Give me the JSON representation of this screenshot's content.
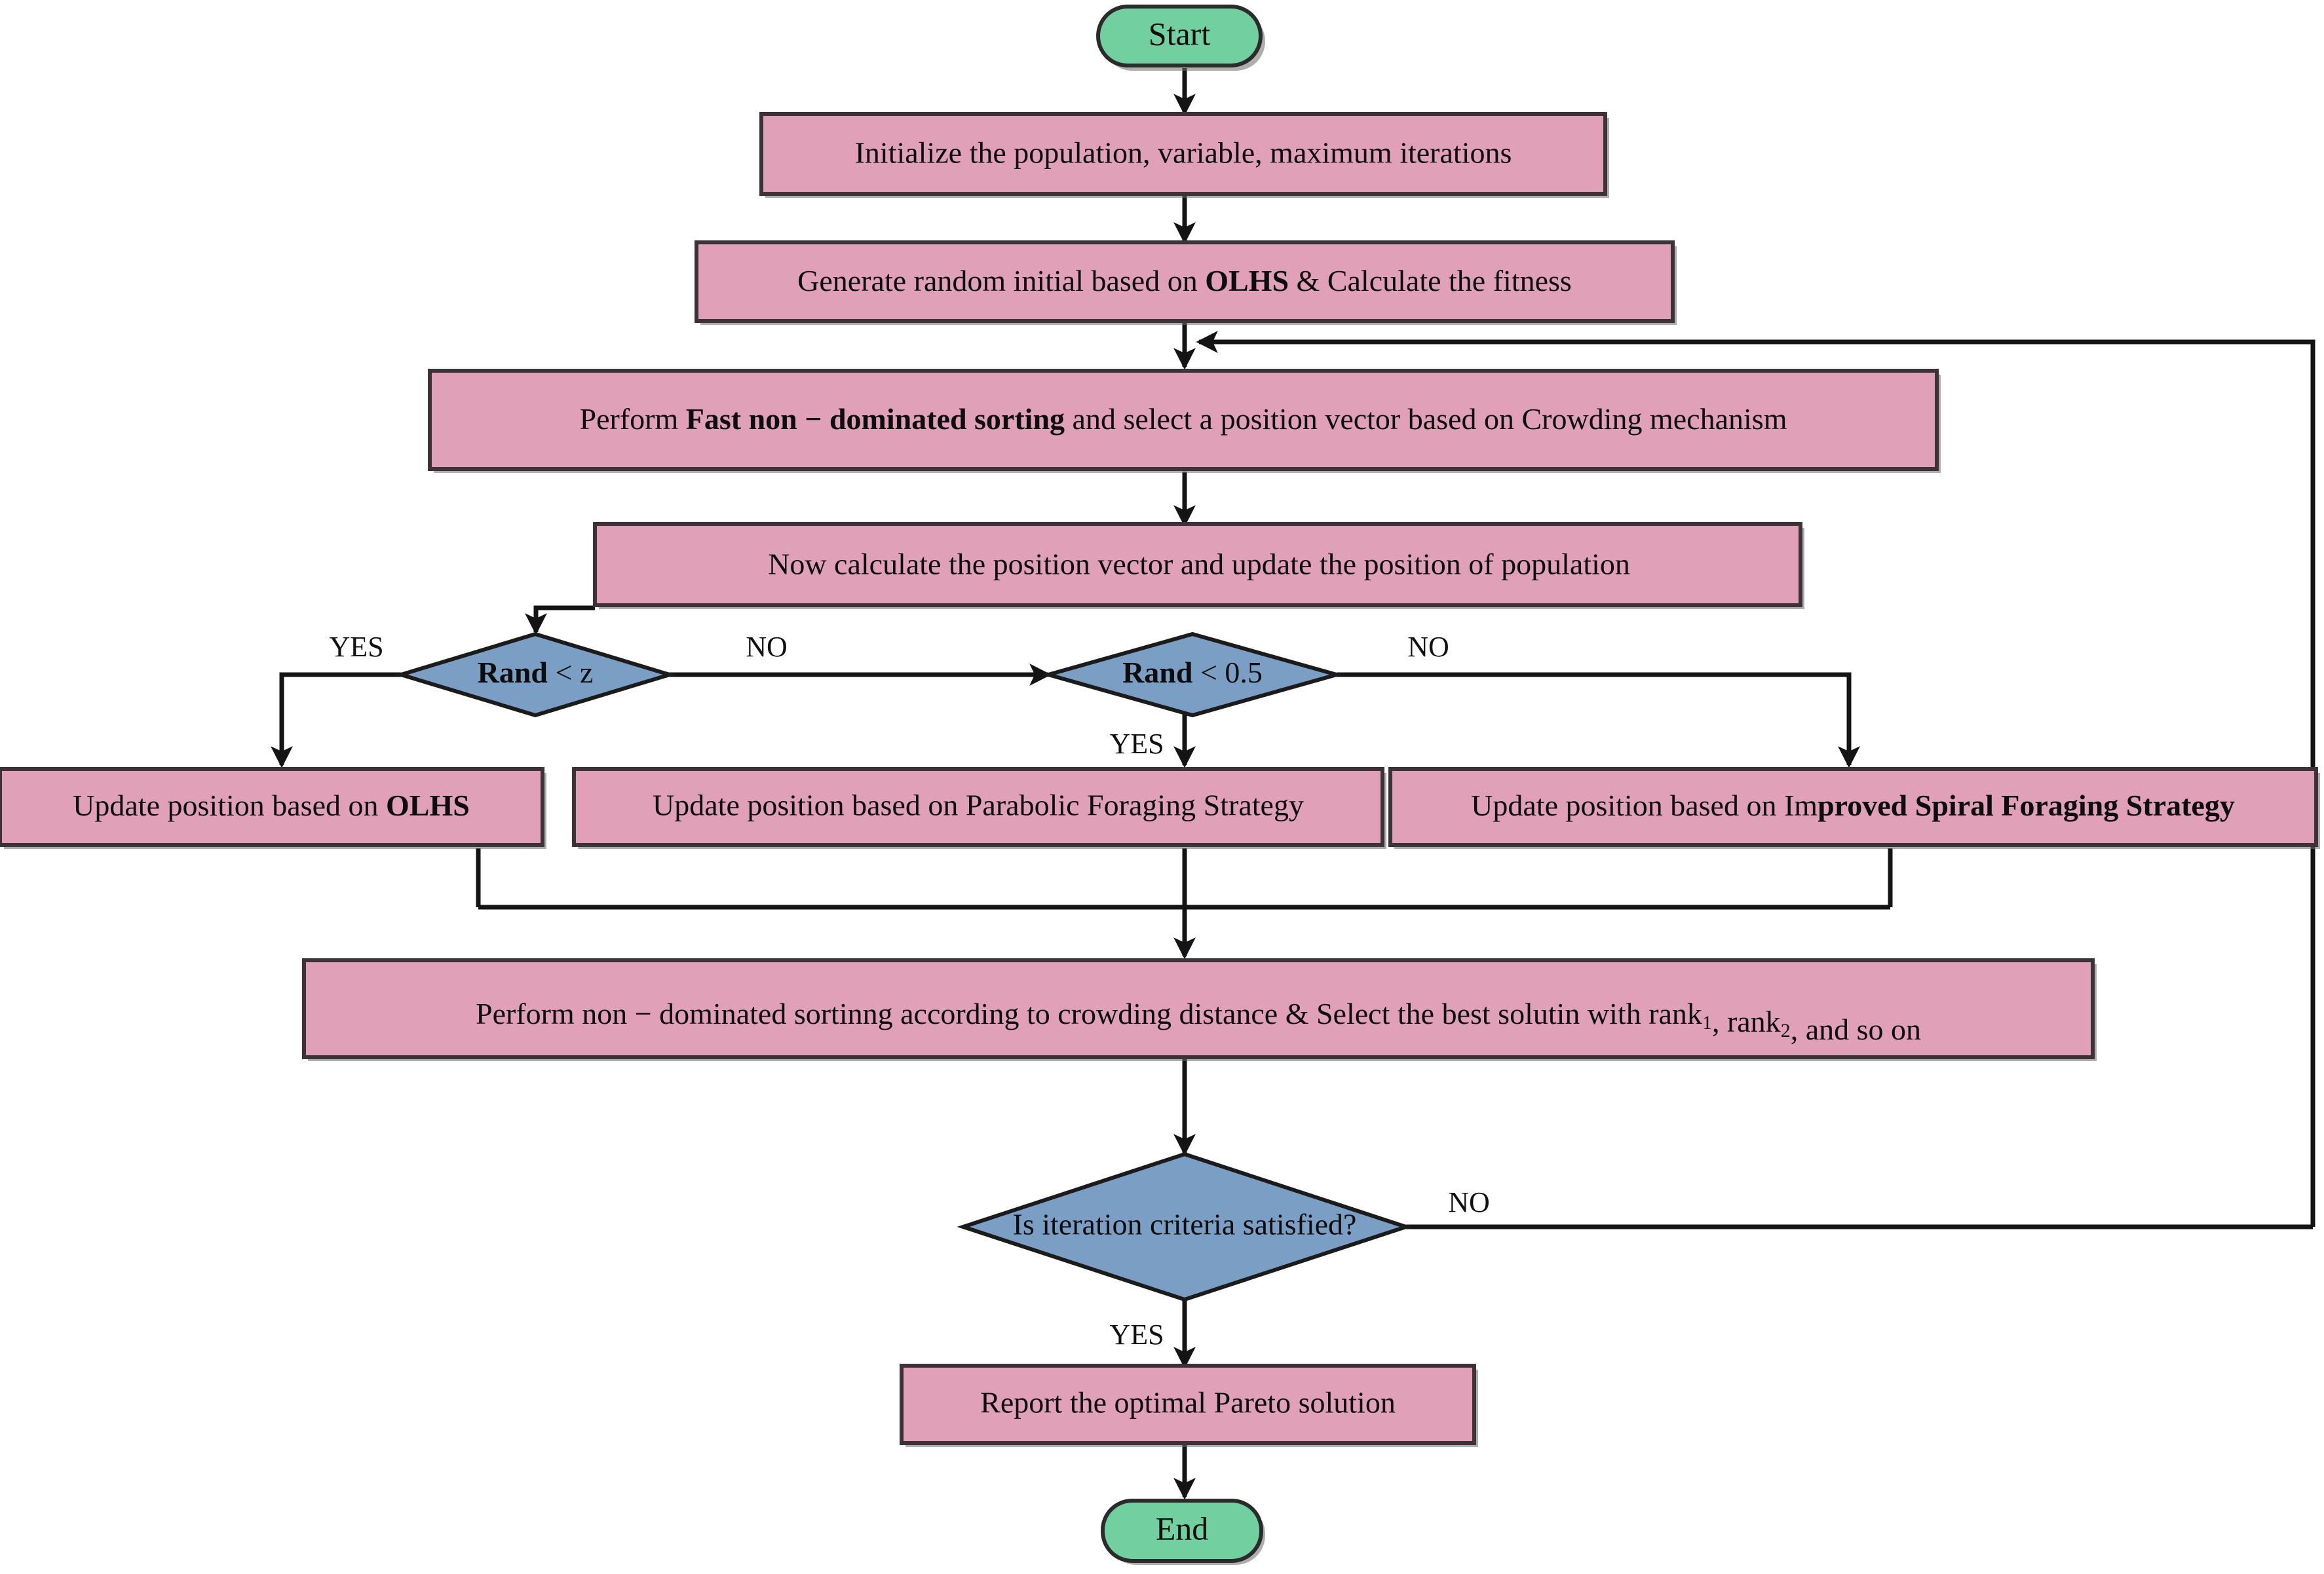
{
  "diagram": {
    "title": "Multi-objective optimization algorithm flowchart",
    "type": "flowchart",
    "colors": {
      "process_fill": "#e0a0b8",
      "process_stroke": "#3c3237",
      "terminator_fill": "#72cf9f",
      "terminator_stroke": "#2b2b2b",
      "decision_fill": "#7b9fc4",
      "decision_stroke": "#1b1b1b",
      "edge": "#141414",
      "text": "#0d0d0d",
      "background": "#ffffff"
    }
  },
  "nodes": {
    "start": {
      "label": "Start",
      "shape": "terminator"
    },
    "initialize": {
      "label": "Initialize the population, variable, maximum iterations",
      "shape": "process"
    },
    "generate": {
      "shape": "process",
      "runs": [
        {
          "text": "Generate random initial based on ",
          "bold": false
        },
        {
          "text": "OLHS",
          "bold": true
        },
        {
          "text": " & Calculate the fitness",
          "bold": false
        }
      ],
      "plain": "Generate random initial based on OLHS & Calculate the fitness"
    },
    "fast_sort": {
      "shape": "process",
      "runs": [
        {
          "text": "Perform ",
          "bold": false
        },
        {
          "text": "Fast non − dominated sorting",
          "bold": true
        },
        {
          "text": " and select a position vector based on Crowding mechanism",
          "bold": false
        }
      ],
      "plain": "Perform Fast non − dominated sorting and select a position vector based on Crowding mechanism"
    },
    "calc_position": {
      "label": "Now calculate the position vector and update the position of population",
      "shape": "process"
    },
    "rand_z": {
      "shape": "decision",
      "runs": [
        {
          "text": "Rand",
          "bold": true
        },
        {
          "text": " < z",
          "bold": false
        }
      ],
      "plain": "Rand < z"
    },
    "rand_05": {
      "shape": "decision",
      "runs": [
        {
          "text": "Rand",
          "bold": true
        },
        {
          "text": " < 0.5",
          "bold": false
        }
      ],
      "plain": "Rand < 0.5"
    },
    "update_olhs": {
      "shape": "process",
      "runs": [
        {
          "text": "Update position based on ",
          "bold": false
        },
        {
          "text": "OLHS",
          "bold": true
        }
      ],
      "plain": "Update position based on OLHS"
    },
    "update_parabolic": {
      "label": "Update position based on Parabolic Foraging Strategy",
      "shape": "process"
    },
    "update_spiral": {
      "shape": "process",
      "runs": [
        {
          "text": "Update position based on Im",
          "bold": false
        },
        {
          "text": "proved Spiral Foraging Strategy",
          "bold": true
        }
      ],
      "plain": "Update position based on Improved Spiral Foraging Strategy"
    },
    "nondominated_rank": {
      "shape": "process",
      "runs": [
        {
          "text": "Perform non − dominated sortinng according to crowding distance & Select the best solutin with rank",
          "bold": false,
          "sub": "1"
        },
        {
          "text": ", rank",
          "bold": false,
          "sub": "2"
        },
        {
          "text": ", and so on",
          "bold": false
        }
      ],
      "plain": "Perform non − dominated sortinng according to crowding distance & Select the best solutin with rank1, rank2, and so on",
      "segments": [
        {
          "text": "Perform non − dominated sortinng according to crowding distance & Select the best solutin with rank"
        },
        {
          "text": "1",
          "subscript": true
        },
        {
          "text": ", rank"
        },
        {
          "text": "2",
          "subscript": true
        },
        {
          "text": ", and so on"
        }
      ]
    },
    "iteration_check": {
      "label": "Is iteration criteria satisfied?",
      "shape": "decision"
    },
    "report": {
      "label": "Report the optimal Pareto solution",
      "shape": "process"
    },
    "end": {
      "label": "End",
      "shape": "terminator"
    }
  },
  "edge_labels": {
    "rand_z_yes": "YES",
    "rand_z_no": "NO",
    "rand_05_no": "NO",
    "rand_05_yes": "YES",
    "iteration_no": "NO",
    "iteration_yes": "YES"
  }
}
